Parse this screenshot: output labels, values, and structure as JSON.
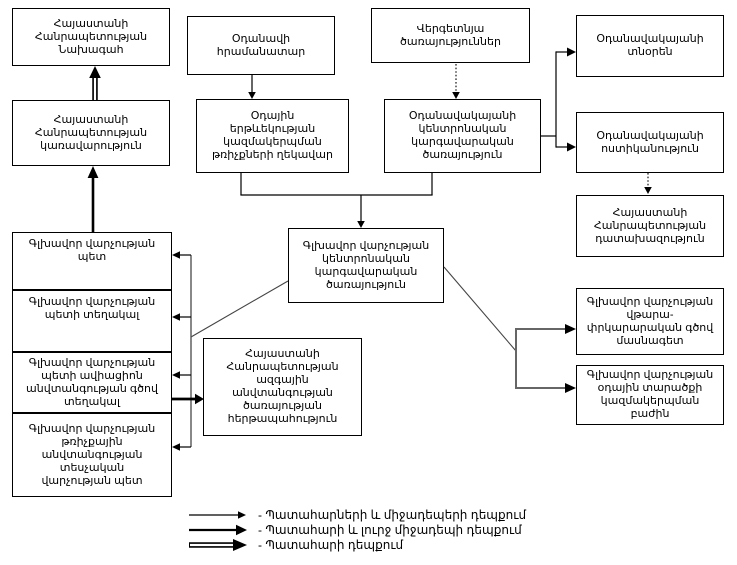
{
  "diagram": {
    "title": "Aviation accident and incident notification scheme",
    "colors": {
      "background": "#ffffff",
      "line": "#000000",
      "box_border": "#000000",
      "gray_line": "#666666"
    },
    "nodes": {
      "president": {
        "text": "Հայաստանի\nՀանրապետության\nՆախագահ"
      },
      "government": {
        "text": "Հայաստանի\nՀանրապետության\nկառավարություն"
      },
      "aircraft_commander": {
        "text": "Օդանավի\nհրամանատար"
      },
      "flight_director": {
        "text": "Օդային\nերթևեկության\nկազմակերպման\nթռիչքների ղեկավար"
      },
      "ground_services": {
        "text": "Վերգետնյա\nծառայություններ"
      },
      "airport_dispatch": {
        "text": "Օդանավակայանի\nկենտրոնական\nկարգավարական\nծառայություն"
      },
      "airport_director": {
        "text": "Օդանավակայանի\nտնօրեն"
      },
      "airport_police": {
        "text": "Օդանավակայանի\nոստիկանություն"
      },
      "prosecutor": {
        "text": "Հայաստանի\nՀանրապետության\nդատախազություն"
      },
      "main_dispatch": {
        "text": "Գլխավոր վարչության\nկենտրոնական\nկարգավարական\nծառայություն"
      },
      "dept_chief": {
        "text": "Գլխավոր վարչության\nպետ"
      },
      "dept_deputy": {
        "text": "Գլխավոր վարչության\nպետի տեղակալ"
      },
      "security_deputy": {
        "text": "Գլխավոր վարչության\nպետի ավիացիոն\nանվտանգության գծով\nտեղակալ"
      },
      "inspection_chief": {
        "text": "Գլխավոր վարչության\nթռիչքային\nանվտանգության\nտեսչական\nվարչության պետ"
      },
      "nss_duty": {
        "text": "Հայաստանի\nՀանրապետության\nազգային\nանվտանգության\nծառայության\nհերթապահություն"
      },
      "rescue_specialist": {
        "text": "Գլխավոր վարչության\nվթարա-\nփրկարարական գծով\nմասնագետ"
      },
      "airspace_division": {
        "text": "Գլխավոր վարչության\nօդային տարածքի\nկազմակերպման\nբաժին"
      }
    },
    "legend": {
      "items": [
        {
          "arrow": "thin",
          "label": "- Պատահարների և միջադեպերի դեպքում"
        },
        {
          "arrow": "thick",
          "label": "- Պատահարի և լուրջ միջադեպի դեպքում"
        },
        {
          "arrow": "double",
          "label": "- Պատահարի դեպքում"
        }
      ]
    }
  }
}
